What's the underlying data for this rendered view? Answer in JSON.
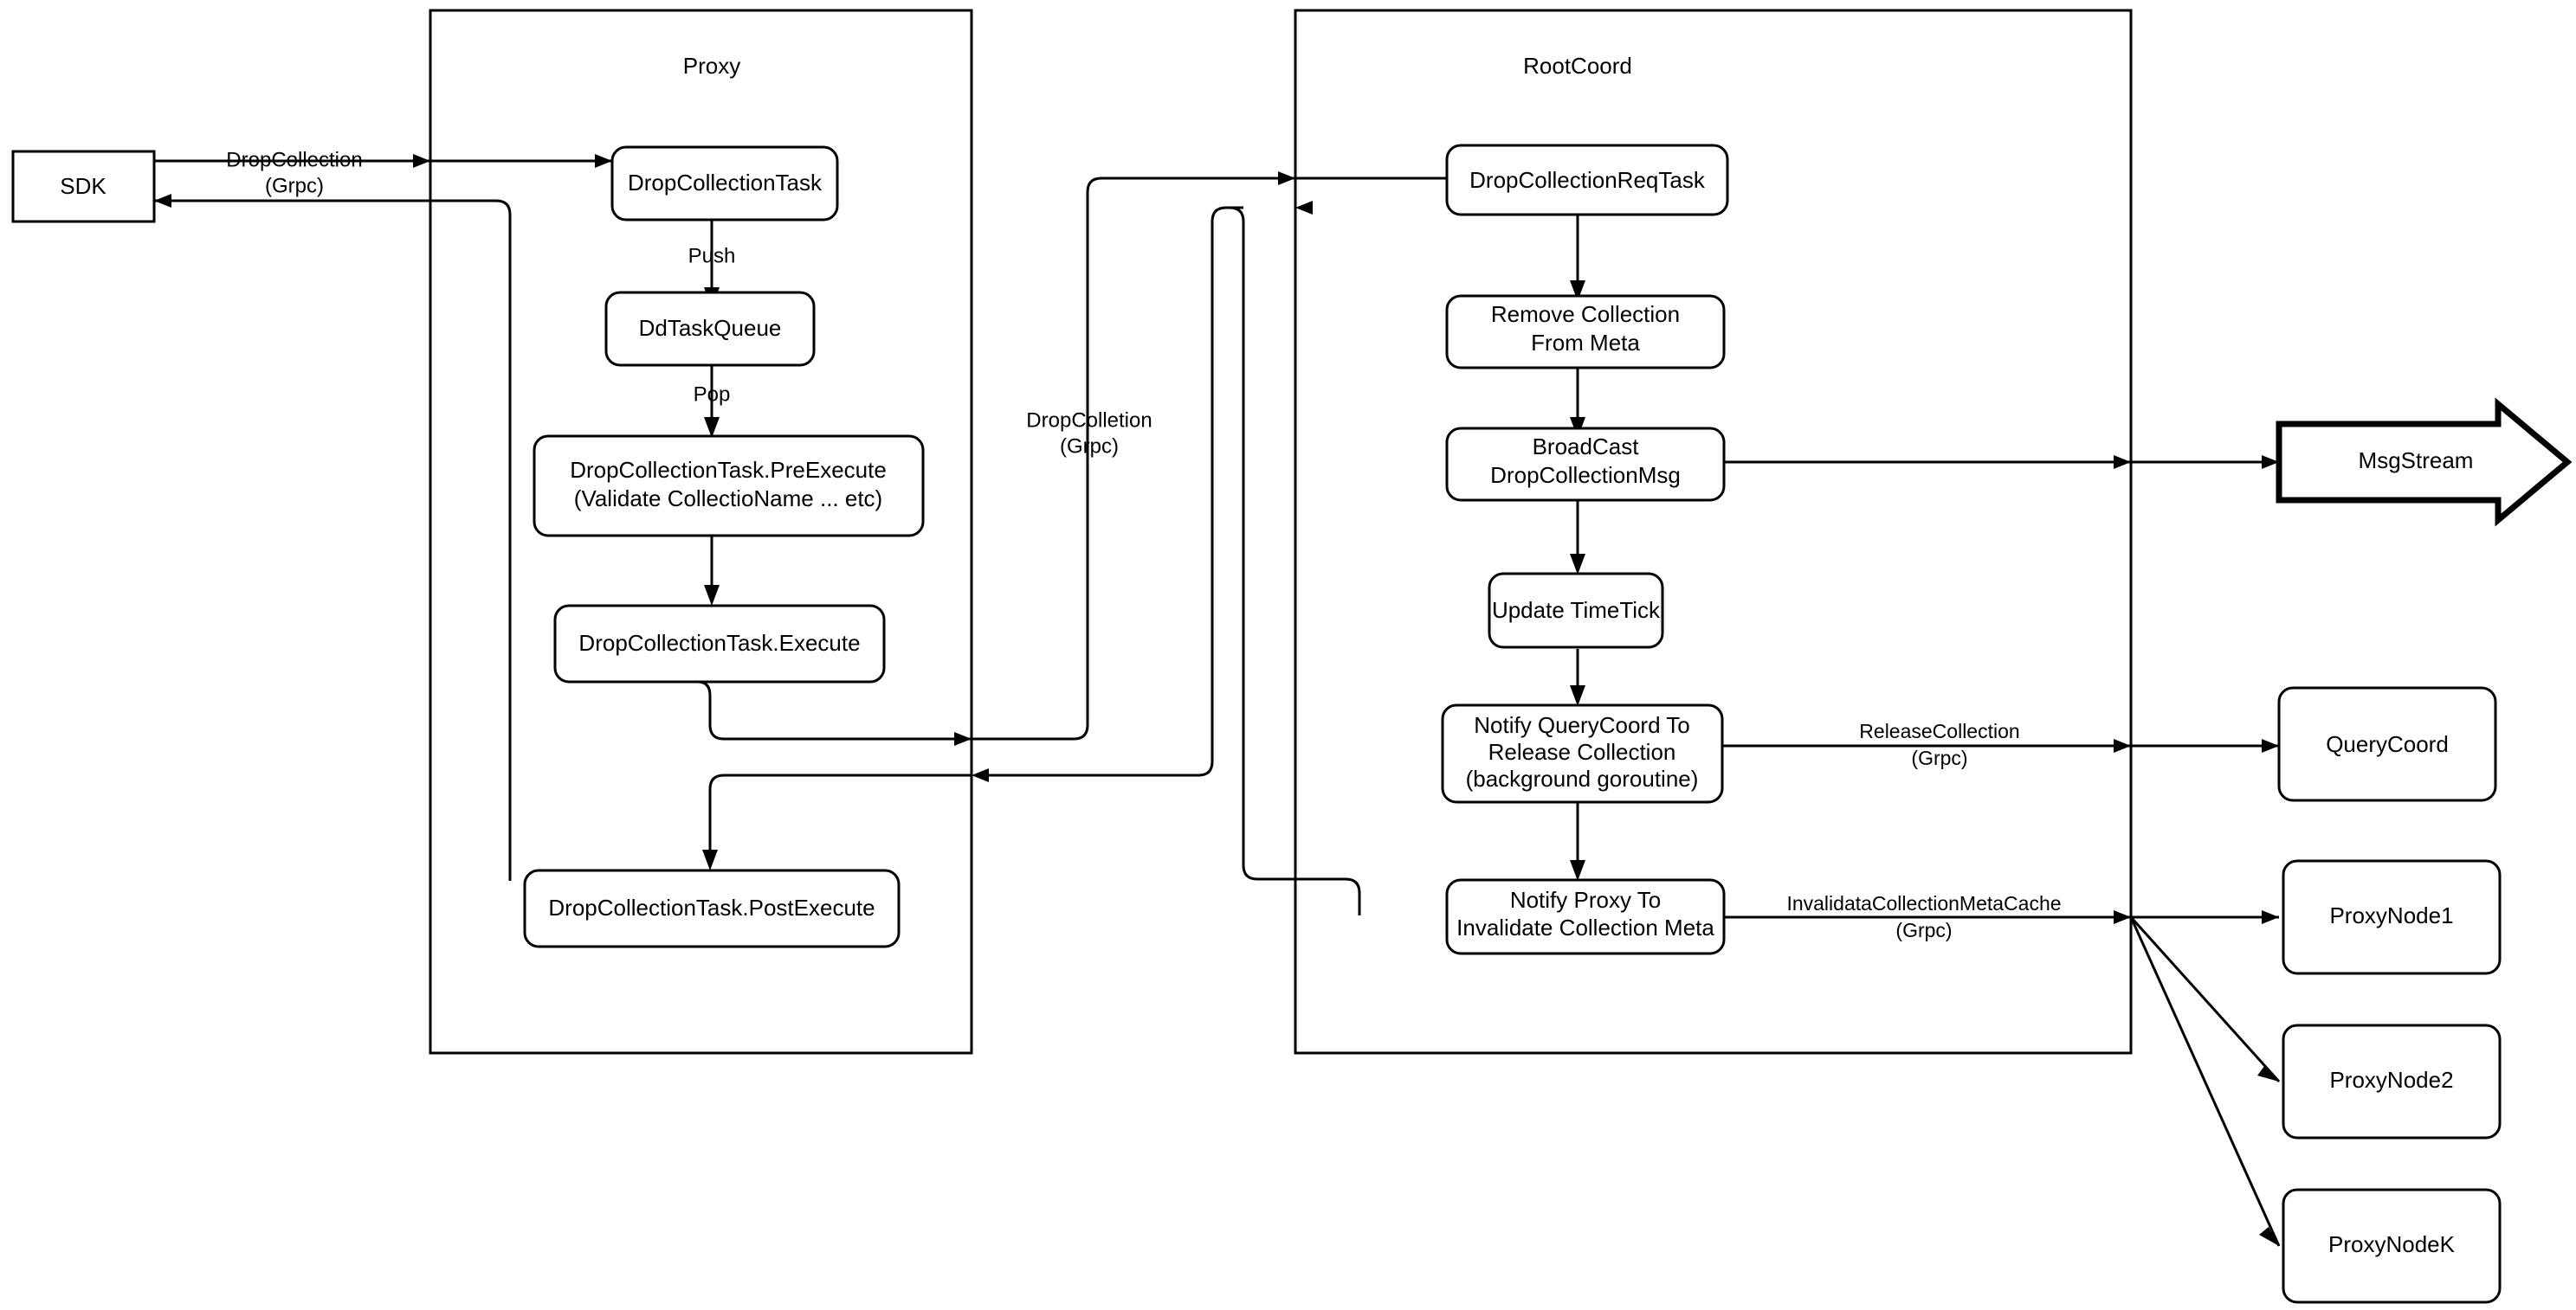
{
  "diagram": {
    "title": "DropCollection flow",
    "background_color": "#ffffff",
    "stroke_color": "#000000"
  },
  "containers": [
    {
      "id": "proxy",
      "label": "Proxy"
    },
    {
      "id": "rootcoord",
      "label": "RootCoord"
    }
  ],
  "nodes": {
    "sdk": {
      "label": "SDK"
    },
    "drop_collection_task": {
      "label": "DropCollectionTask"
    },
    "dd_task_queue": {
      "label": "DdTaskQueue"
    },
    "pre_execute_line1": {
      "label": "DropCollectionTask.PreExecute"
    },
    "pre_execute_line2": {
      "label": "(Validate CollectioName ... etc)"
    },
    "execute": {
      "label": "DropCollectionTask.Execute"
    },
    "post_execute": {
      "label": "DropCollectionTask.PostExecute"
    },
    "req_task": {
      "label": "DropCollectionReqTask"
    },
    "remove_meta_line1": {
      "label": "Remove Collection"
    },
    "remove_meta_line2": {
      "label": "From Meta"
    },
    "broadcast_line1": {
      "label": "BroadCast"
    },
    "broadcast_line2": {
      "label": "DropCollectionMsg"
    },
    "update_timetick": {
      "label": "Update TimeTick"
    },
    "notify_querycoord_line1": {
      "label": "Notify QueryCoord To"
    },
    "notify_querycoord_line2": {
      "label": "Release Collection"
    },
    "notify_querycoord_line3": {
      "label": "(background goroutine)"
    },
    "notify_proxy_line1": {
      "label": "Notify Proxy To"
    },
    "notify_proxy_line2": {
      "label": "Invalidate Collection Meta"
    },
    "msgstream": {
      "label": "MsgStream"
    },
    "querycoord": {
      "label": "QueryCoord"
    },
    "proxynode1": {
      "label": "ProxyNode1"
    },
    "proxynode2": {
      "label": "ProxyNode2"
    },
    "proxynodek": {
      "label": "ProxyNodeK"
    }
  },
  "edge_labels": {
    "sdk_to_proxy_line1": {
      "label": "DropCollection"
    },
    "sdk_to_proxy_line2": {
      "label": "(Grpc)"
    },
    "push": {
      "label": "Push"
    },
    "pop": {
      "label": "Pop"
    },
    "proxy_to_rootcoord_line1": {
      "label": "DropColletion"
    },
    "proxy_to_rootcoord_line2": {
      "label": "(Grpc)"
    },
    "release_collection_line1": {
      "label": "ReleaseCollection"
    },
    "release_collection_line2": {
      "label": "(Grpc)"
    },
    "invalidate_cache_line1": {
      "label": "InvalidataCollectionMetaCache"
    },
    "invalidate_cache_line2": {
      "label": "(Grpc)"
    }
  }
}
